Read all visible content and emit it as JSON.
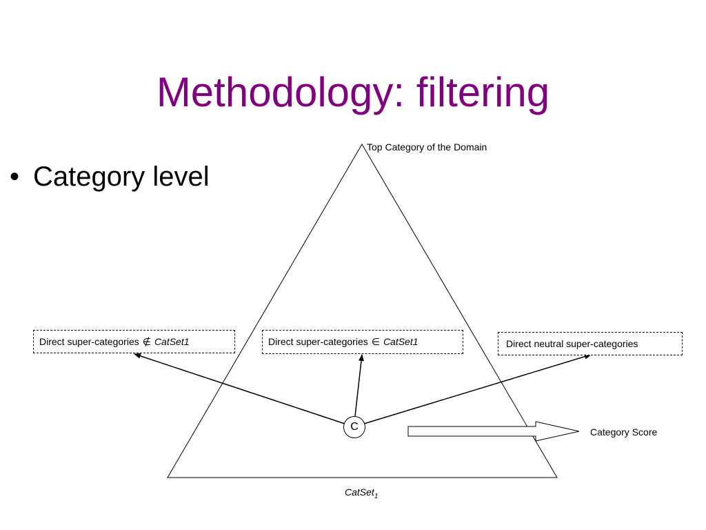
{
  "slide": {
    "title": "Methodology: filtering",
    "bullet_symbol": "•",
    "bullet_text": "Category level"
  },
  "diagram": {
    "top_label": "Top Category of the Domain",
    "bottom_label_main": "CatSet",
    "bottom_label_sub": "1",
    "node_label": "C",
    "score_label": "Category Score",
    "boxes": [
      {
        "prefix": "Direct super-categories",
        "symbol": "∉",
        "suffix": "CatSet1"
      },
      {
        "prefix": "Direct super-categories",
        "symbol": "∈",
        "suffix": "CatSet1"
      },
      {
        "prefix": "Direct neutral super-categories"
      }
    ]
  },
  "colors": {
    "title": "#800080",
    "text": "#000000",
    "background": "#ffffff"
  }
}
